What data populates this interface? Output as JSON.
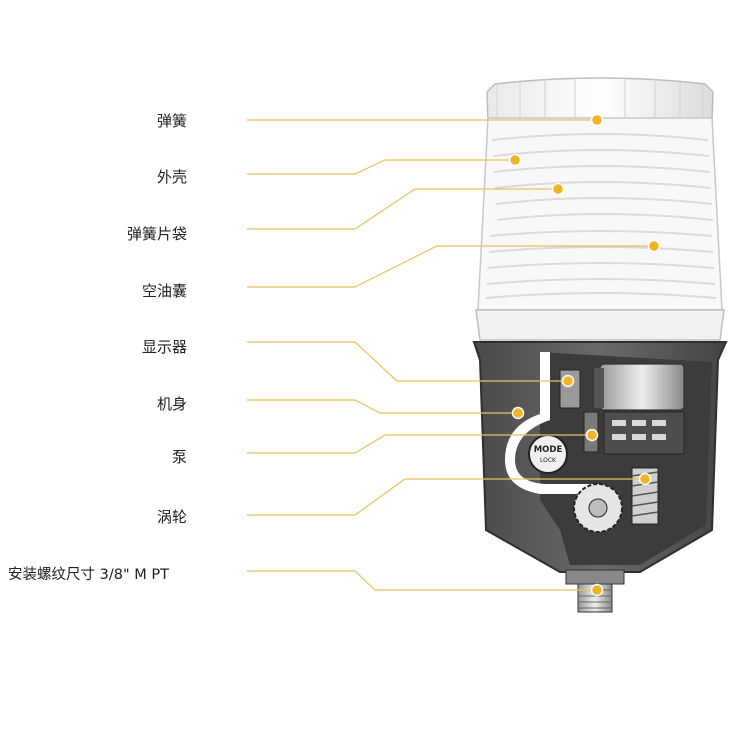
{
  "labels": {
    "spring": "弹簧",
    "shell": "外壳",
    "spring_plate_bag": "弹簧片袋",
    "empty_oil_bag": "空油囊",
    "display": "显示器",
    "body": "机身",
    "pump": "泵",
    "worm_gear": "涡轮",
    "thread_size": "安装螺纹尺寸 3/8\" M PT"
  },
  "device": {
    "mode_button_line1": "MODE",
    "mode_button_line2": "LOCK"
  },
  "colors": {
    "accent": "#f0b428",
    "leader": "#e7c25b",
    "housing": "#5a5a5a",
    "housing_dark": "#3a3a3a",
    "shell_outline": "#c8c8c8"
  }
}
